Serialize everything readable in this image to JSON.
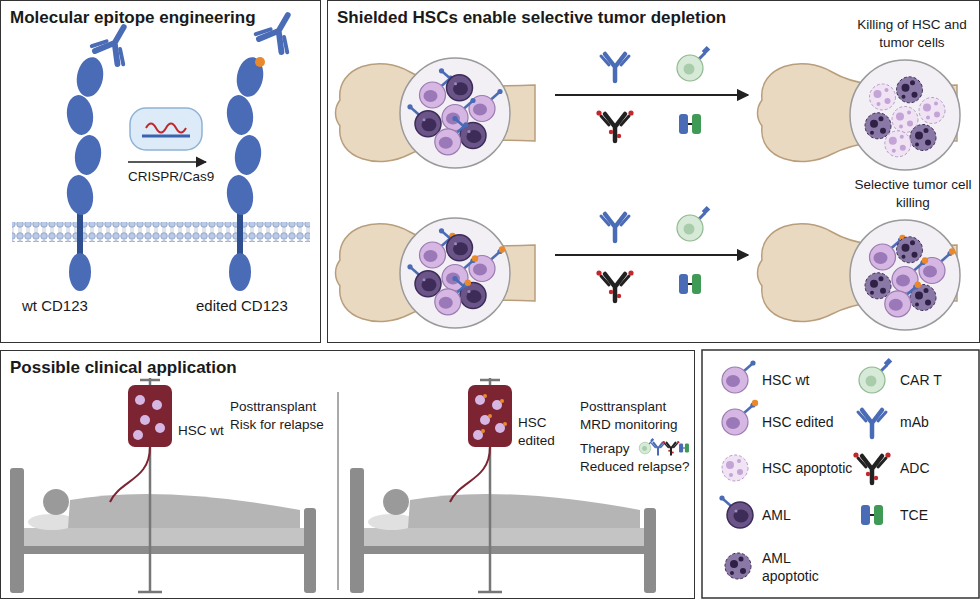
{
  "diagram": {
    "nodes": [
      {
        "text": [
          "Molecular epitope engineering"
        ]
      },
      {
        "text": [
          "Shielded HSCs enable selective tumor depletion"
        ]
      },
      {
        "text": [
          "Possible clinical application"
        ]
      }
    ],
    "labels": [
      "CRISPR/Cas9",
      "wt CD123",
      "edited CD123",
      "Killing of HSC and tumor cells",
      "Selective tumor cell killing",
      "HSC wt",
      "Posttransplant Risk for relapse",
      "HSC edited",
      "Posttransplant MRD monitoring",
      "Therapy",
      "Reduced relapse?"
    ],
    "legend": [
      {
        "text": "HSC wt"
      },
      {
        "text": "HSC edited"
      },
      {
        "text": "HSC apoptotic"
      },
      {
        "text": "AML"
      },
      {
        "text": "AML apoptotic"
      },
      {
        "text": "CAR T"
      },
      {
        "text": "mAb"
      },
      {
        "text": "ADC"
      },
      {
        "text": "TCE"
      }
    ]
  }
}
